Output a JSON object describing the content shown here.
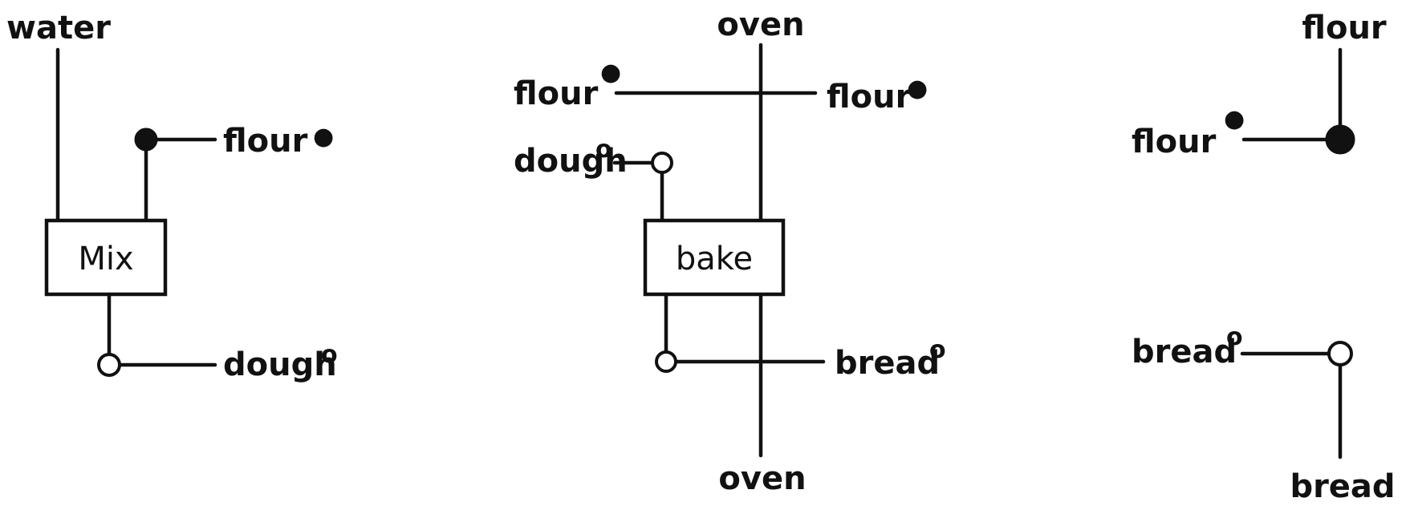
{
  "diagram": {
    "left": {
      "label_water": "water",
      "label_flour": "flour",
      "label_flour_sup": "●",
      "box_label": "Mix",
      "label_dough": "dough",
      "label_dough_sup": "o"
    },
    "middle": {
      "label_oven_top": "oven",
      "label_flour_left": "flour",
      "label_flour_left_sup": "●",
      "label_flour_right": "flour",
      "label_flour_right_sup": "●",
      "label_dough": "dough",
      "label_dough_sup": "o",
      "box_label": "bake",
      "label_bread": "bread",
      "label_bread_sup": "o",
      "label_oven_bottom": "oven"
    },
    "right": {
      "label_flour_top": "flour",
      "label_flour_side": "flour",
      "label_flour_side_sup": "●",
      "label_bread_side": "bread",
      "label_bread_side_sup": "o",
      "label_bread_bottom": "bread"
    }
  }
}
